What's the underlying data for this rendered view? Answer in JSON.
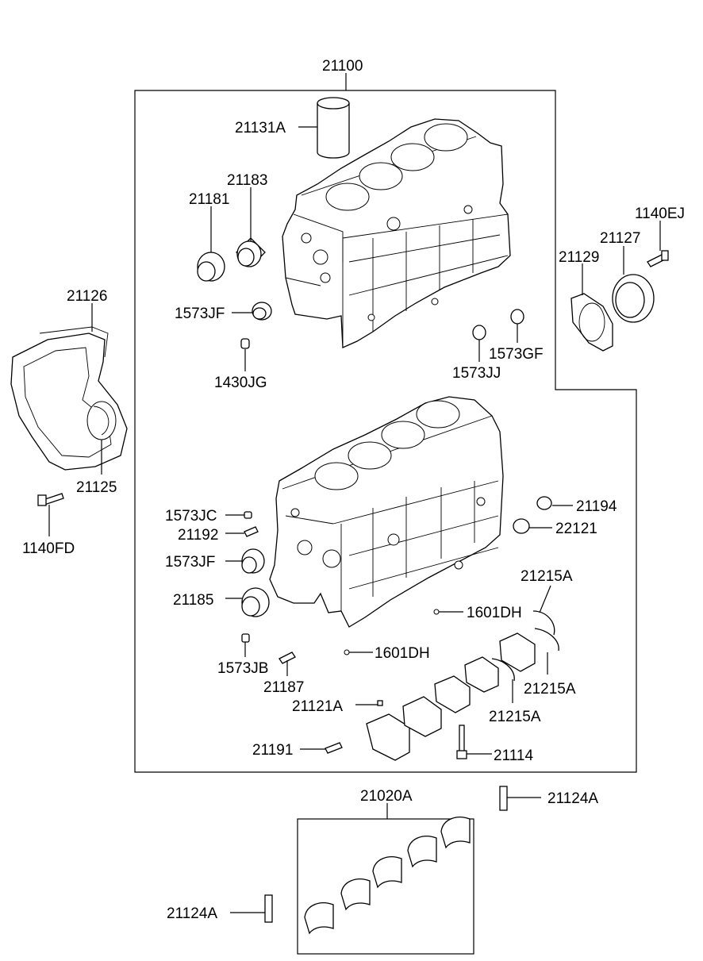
{
  "colors": {
    "line": "#000000",
    "background": "#ffffff"
  },
  "labels": {
    "a21100": "21100",
    "a21131A": "21131A",
    "a21183": "21183",
    "a21181": "21181",
    "a1140EJ": "1140EJ",
    "a21127": "21127",
    "a21129": "21129",
    "a21126": "21126",
    "a1573JF_top": "1573JF",
    "a1430JG": "1430JG",
    "a1573GF": "1573GF",
    "a1573JJ": "1573JJ",
    "a21125": "21125",
    "a1140FD": "1140FD",
    "a1573JC": "1573JC",
    "a21192": "21192",
    "a1573JF_bot": "1573JF",
    "a21185": "21185",
    "a21194": "21194",
    "a22121": "22121",
    "a21215A_1": "21215A",
    "a1601DH_1": "1601DH",
    "a1601DH_2": "1601DH",
    "a21215A_2": "21215A",
    "a21215A_3": "21215A",
    "a1573JB": "1573JB",
    "a21187": "21187",
    "a21121A": "21121A",
    "a21191": "21191",
    "a21114": "21114",
    "a21020A": "21020A",
    "a21124A_1": "21124A",
    "a21124A_2": "21124A"
  }
}
